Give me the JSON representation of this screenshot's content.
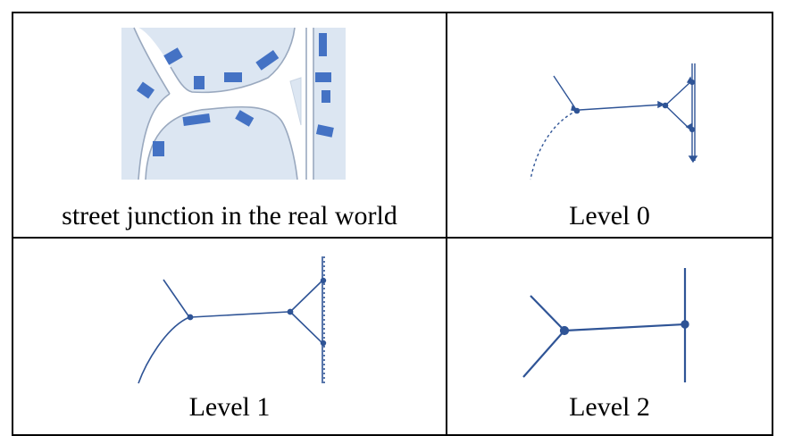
{
  "cells": [
    {
      "id": "real-world",
      "caption": "street junction in the real world"
    },
    {
      "id": "level-0",
      "caption": "Level 0"
    },
    {
      "id": "level-1",
      "caption": "Level 1"
    },
    {
      "id": "level-2",
      "caption": "Level 2"
    }
  ],
  "colors": {
    "road_line": "#2f5496",
    "building": "#4472c4",
    "block_fill": "#dce6f2",
    "border": "#000000"
  }
}
